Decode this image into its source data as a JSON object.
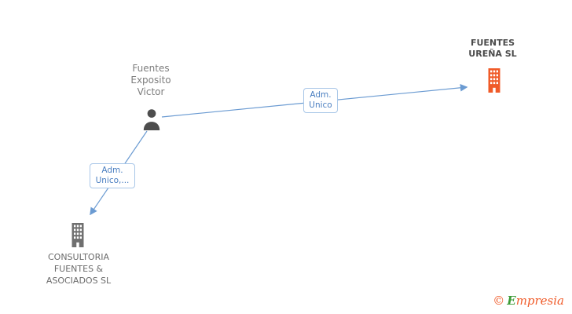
{
  "nodes": {
    "person": {
      "lines": [
        "Fuentes",
        "Exposito",
        "Victor"
      ]
    },
    "company_top": {
      "lines": [
        "FUENTES",
        "UREÑA SL"
      ]
    },
    "company_bottom": {
      "lines": [
        "CONSULTORIA",
        "FUENTES &",
        "ASOCIADOS SL"
      ]
    }
  },
  "edges": {
    "to_company_top": {
      "label_lines": [
        "Adm.",
        "Unico"
      ]
    },
    "to_company_bottom": {
      "label_lines": [
        "Adm.",
        "Unico,..."
      ]
    }
  },
  "colors": {
    "edge_blue": "#6b9bd2",
    "edge_label_text": "#4a7ec0",
    "edge_label_border": "#a9c7e8",
    "company_top_icon": "#f05a28",
    "company_bottom_icon": "#6f6f6f",
    "person_icon": "#4d4d4d"
  },
  "footer": {
    "copyright": "©",
    "brand_initial": "E",
    "brand_rest": "mpresia"
  }
}
